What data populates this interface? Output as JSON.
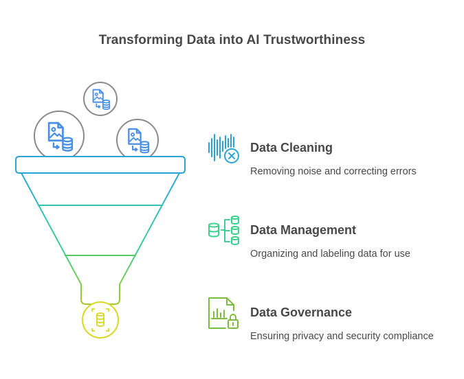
{
  "title": "Transforming Data into AI Trustworthiness",
  "colors": {
    "text": "#484848",
    "icon_blue": "#4a8fe6",
    "circle_gray": "#8a8a8a",
    "stage_blue": "#2aa4d8",
    "stage_green": "#3fcf8e",
    "stage_lime": "#7cbd3a",
    "stage_yellow": "#d8d820"
  },
  "items": [
    {
      "icon": "sound-wave-cancel-icon",
      "title": "Data Cleaning",
      "description": "Removing noise and correcting errors"
    },
    {
      "icon": "database-hierarchy-icon",
      "title": "Data Management",
      "description": "Organizing and labeling data for use"
    },
    {
      "icon": "document-chart-lock-icon",
      "title": "Data Governance",
      "description": "Ensuring privacy and security compliance"
    }
  ],
  "input_bubbles": [
    {
      "icon": "image-file-to-database-icon"
    },
    {
      "icon": "image-file-to-database-icon"
    },
    {
      "icon": "image-file-to-database-icon"
    }
  ],
  "output_icon": "database-focus-icon"
}
